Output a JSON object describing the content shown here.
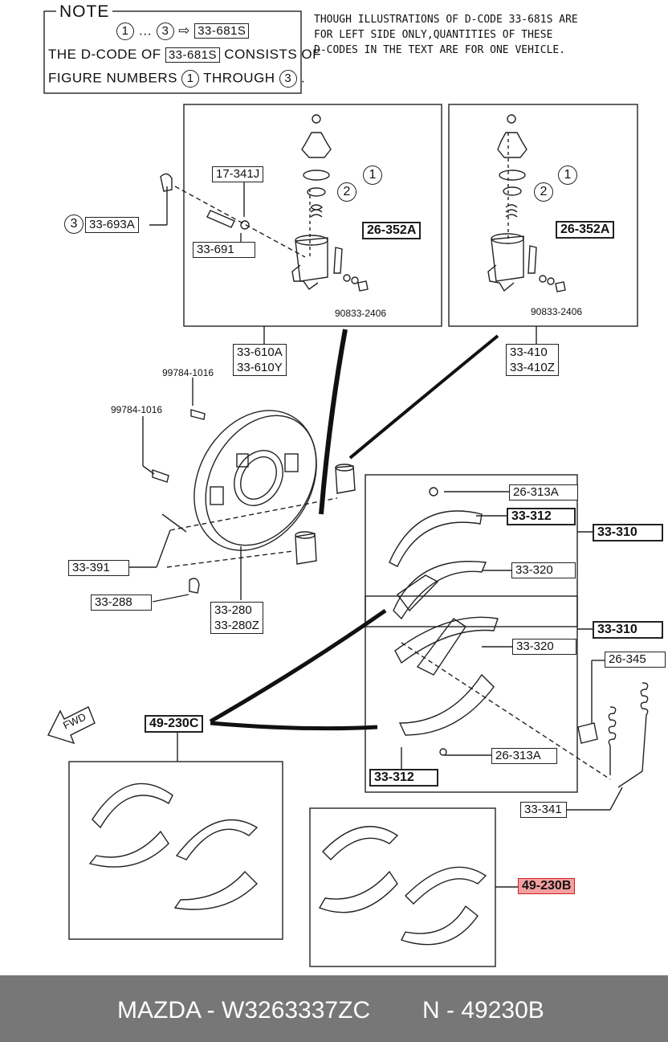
{
  "note": {
    "title": "NOTE",
    "range_start": "1",
    "range_end": "3",
    "range_code": "33-681S",
    "line2_prefix": "THE D-CODE OF",
    "line2_code": "33-681S",
    "line2_suffix": "CONSISTS OF",
    "line3_prefix": "FIGURE NUMBERS",
    "line3_from": "1",
    "line3_mid": "THROUGH",
    "line3_to": "3",
    "line3_end": "."
  },
  "disclaimer": "THOUGH ILLUSTRATIONS OF D-CODE 33-681S ARE\nFOR LEFT SIDE ONLY,QUANTITIES OF THESE\nD-CODES IN THE TEXT ARE FOR ONE VEHICLE.",
  "labels": {
    "p17_341j": "17-341J",
    "p33_693a": "33-693A",
    "p33_691": "33-691",
    "p26_352a_left": "26-352A",
    "p26_352a_right": "26-352A",
    "p90833_left": "90833-2406",
    "p90833_right": "90833-2406",
    "p33_610": "33-610A\n33-610Y",
    "p33_410": "33-410\n33-410Z",
    "p99784_a": "99784-1016",
    "p99784_b": "99784-1016",
    "p33_391": "33-391",
    "p33_288": "33-288",
    "p33_280": "33-280\n33-280Z",
    "p26_313a_top": "26-313A",
    "p33_312_top": "33-312",
    "p33_310_top": "33-310",
    "p33_320_top": "33-320",
    "p33_310_bot": "33-310",
    "p33_320_bot": "33-320",
    "p26_345": "26-345",
    "p49_230c": "49-230C",
    "p26_313a_bot": "26-313A",
    "p33_312_bot": "33-312",
    "p33_341": "33-341",
    "p49_230b": "49-230B",
    "fwd": "FWD",
    "circle1": "1",
    "circle2": "2",
    "circle3": "3"
  },
  "footer": {
    "left": "MAZDA - W3263337ZC",
    "right": "N - 49230B"
  },
  "colors": {
    "highlight_fill": "#f4a0a0",
    "highlight_border": "#d02020",
    "footer_bg": "#777777"
  }
}
